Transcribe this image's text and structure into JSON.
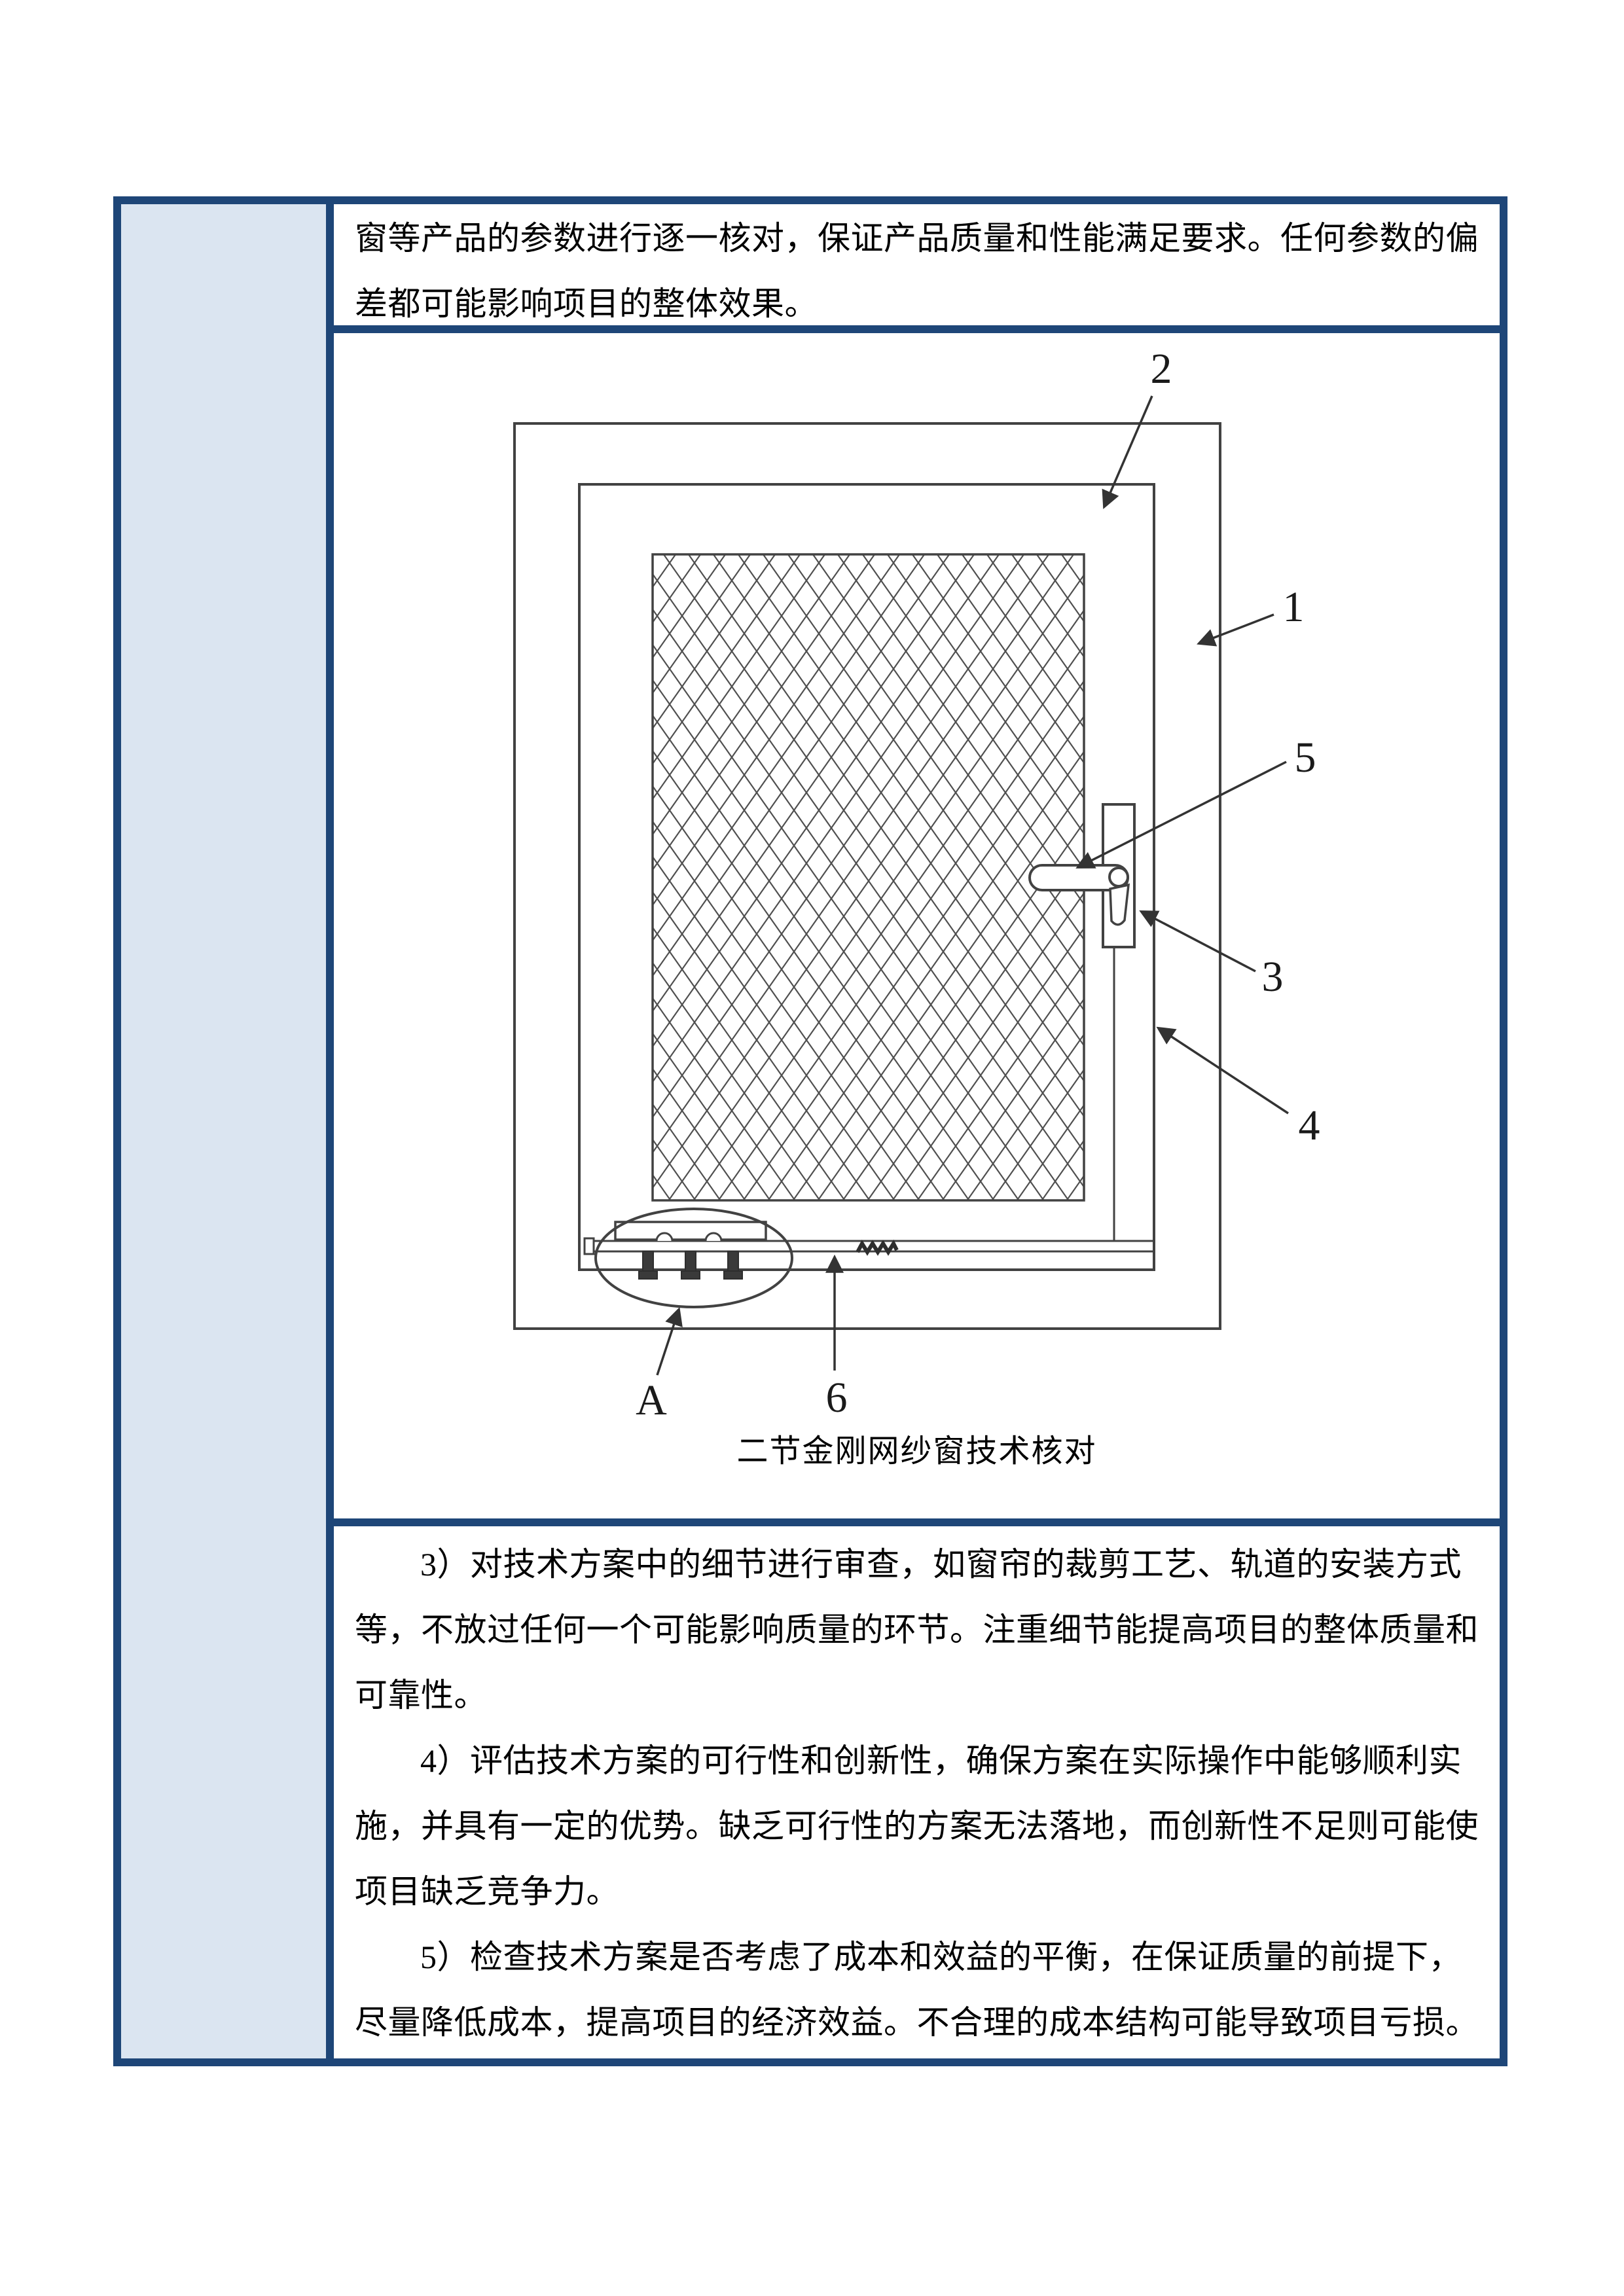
{
  "colors": {
    "table_border": "#1e4678",
    "sidebar_fill": "#dbe5f1",
    "figure_line": "#424242",
    "text": "#000000"
  },
  "table": {
    "intro_cell": {
      "lines": [
        "窗等产品的参数进行逐一核对，保证产品质量和性能满足要求。任何参数的偏",
        "差都可能影响项目的整体效果。"
      ]
    },
    "figure_cell": {
      "caption": "二节金刚网纱窗技术核对",
      "labels": {
        "part1": "1",
        "part2": "2",
        "part3": "3",
        "part4": "4",
        "part5": "5",
        "part6": "6",
        "detailA": "A"
      }
    },
    "body_cell": {
      "lines": [
        "3）对技术方案中的细节进行审查，如窗帘的裁剪工艺、轨道的安装方式",
        "等，不放过任何一个可能影响质量的环节。注重细节能提高项目的整体质量和",
        "可靠性。",
        "4）评估技术方案的可行性和创新性，确保方案在实际操作中能够顺利实",
        "施，并具有一定的优势。缺乏可行性的方案无法落地，而创新性不足则可能使",
        "项目缺乏竞争力。",
        "5）检查技术方案是否考虑了成本和效益的平衡，在保证质量的前提下，",
        "尽量降低成本，提高项目的经济效益。不合理的成本结构可能导致项目亏损。"
      ]
    }
  }
}
